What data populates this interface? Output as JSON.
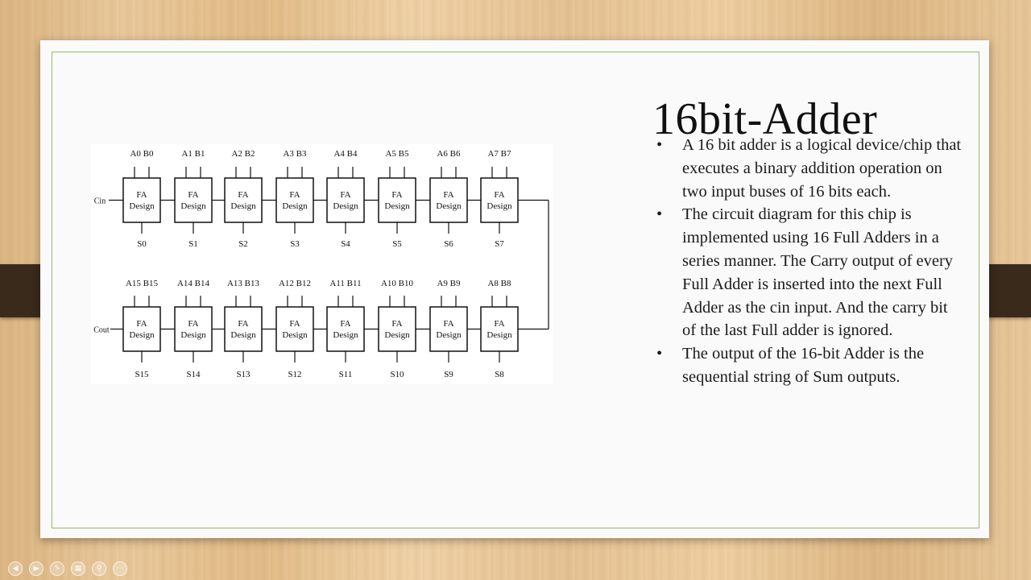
{
  "slide": {
    "title": "16bit-Adder",
    "bullets": [
      "A 16 bit adder is a logical device/chip that executes a binary addition operation on two input buses of 16 bits each.",
      "The circuit diagram for this chip is implemented using 16 Full Adders in a series manner. The Carry output of every Full Adder is inserted into the next Full Adder as the cin input. And the carry bit of the last Full adder is ignored.",
      "The output of the 16-bit Adder is the sequential string of Sum outputs."
    ],
    "bullet_symbol": "•"
  },
  "diagram": {
    "block_label_top": "FA",
    "block_label_bottom": "Design",
    "carry_in_label": "Cin",
    "carry_out_label": "Cout",
    "top_row": [
      {
        "inputs": "A0  B0",
        "sum": "S0"
      },
      {
        "inputs": "A1  B1",
        "sum": "S1"
      },
      {
        "inputs": "A2  B2",
        "sum": "S2"
      },
      {
        "inputs": "A3  B3",
        "sum": "S3"
      },
      {
        "inputs": "A4  B4",
        "sum": "S4"
      },
      {
        "inputs": "A5  B5",
        "sum": "S5"
      },
      {
        "inputs": "A6  B6",
        "sum": "S6"
      },
      {
        "inputs": "A7  B7",
        "sum": "S7"
      }
    ],
    "bottom_row": [
      {
        "inputs": "A15  B15",
        "sum": "S15"
      },
      {
        "inputs": "A14  B14",
        "sum": "S14"
      },
      {
        "inputs": "A13  B13",
        "sum": "S13"
      },
      {
        "inputs": "A12  B12",
        "sum": "S12"
      },
      {
        "inputs": "A11  B11",
        "sum": "S11"
      },
      {
        "inputs": "A10  B10",
        "sum": "S10"
      },
      {
        "inputs": "A9  B9",
        "sum": "S9"
      },
      {
        "inputs": "A8  B8",
        "sum": "S8"
      }
    ]
  },
  "nav_icons": [
    "prev-icon",
    "next-icon",
    "pen-icon",
    "slides-icon",
    "zoom-icon",
    "more-icon"
  ]
}
